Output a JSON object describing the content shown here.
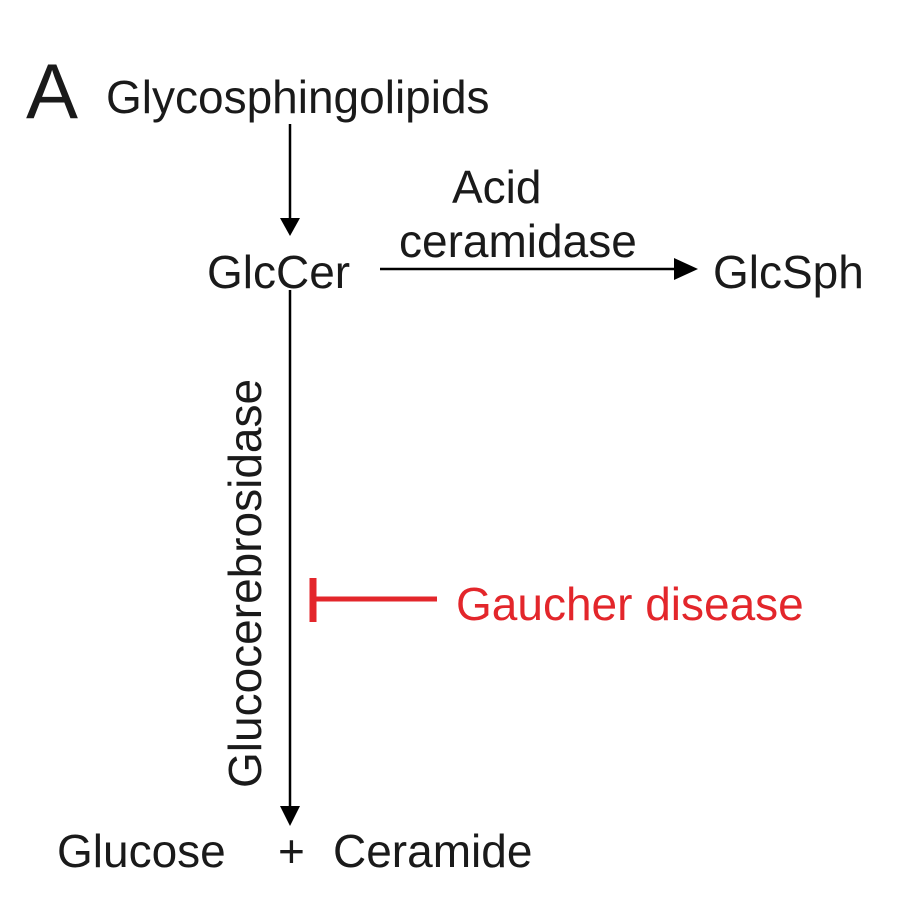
{
  "panel_label": "A",
  "nodes": {
    "glycosphingolipids": "Glycosphingolipids",
    "glccer": "GlcCer",
    "glcsph": "GlcSph",
    "glucose": "Glucose",
    "plus": "+",
    "ceramide": "Ceramide"
  },
  "enzymes": {
    "acid_line1": "Acid",
    "acid_line2": "ceramidase",
    "glucocerebrosidase": "Glucocerebrosidase"
  },
  "inhibition": {
    "label": "Gaucher disease"
  },
  "colors": {
    "arrow": "#000000",
    "text": "#1a1a1a",
    "inhibition": "#e3262b"
  }
}
